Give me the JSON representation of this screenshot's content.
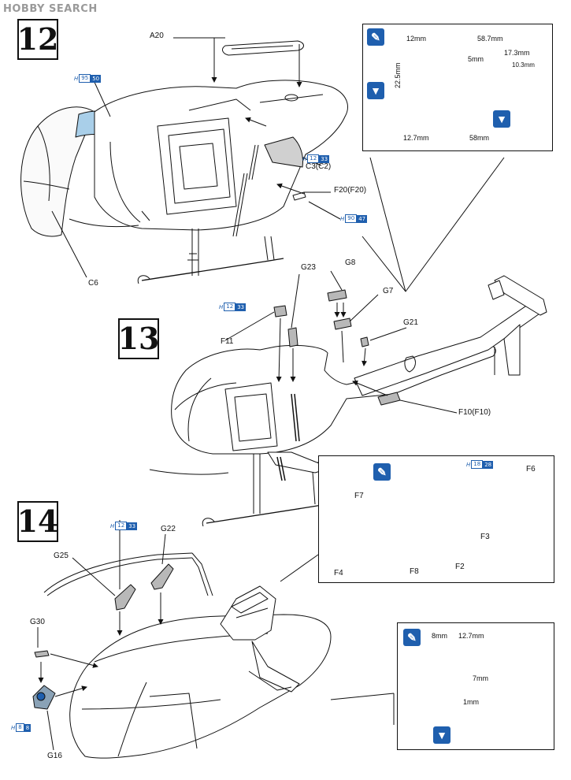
{
  "watermark": "HOBBY SEARCH",
  "steps": [
    "12",
    "13",
    "14"
  ],
  "colors": {
    "paint_blue": "#1f5fae",
    "canopy_tint": "#a9cfe9",
    "part_blue": "#6c90ab"
  },
  "step12": {
    "parts": [
      "A20",
      "C3(C2)",
      "F20(F20)",
      "C6"
    ],
    "paint_codes": [
      {
        "h": "H",
        "a": "95",
        "b": "50"
      },
      {
        "h": "H",
        "a": "12",
        "b": "33"
      },
      {
        "h": "H",
        "a": "90",
        "b": "47"
      }
    ],
    "detail": {
      "dims_top": [
        "12mm",
        "58.7mm",
        "17.3mm",
        "5mm",
        "10.3mm"
      ],
      "dim_side": "22.5mm",
      "dims_bottom": [
        "12.7mm",
        "58mm"
      ]
    }
  },
  "step13": {
    "parts": [
      "G23",
      "G8",
      "G7",
      "G21",
      "F11",
      "F10(F10)"
    ],
    "paint_codes": [
      {
        "h": "H",
        "a": "12",
        "b": "33"
      }
    ]
  },
  "step14": {
    "parts": [
      "G22",
      "G25",
      "G30",
      "G16"
    ],
    "paint_codes": [
      {
        "h": "H",
        "a": "12",
        "b": "33"
      },
      {
        "h": "H",
        "a": "8",
        "b": "8"
      }
    ],
    "minigun": {
      "parts": [
        "F6",
        "F7",
        "F3",
        "F4",
        "F8",
        "F2"
      ],
      "paint_code": {
        "h": "H",
        "a": "18",
        "b": "28"
      }
    },
    "detail": {
      "dims": [
        "8mm",
        "12.7mm",
        "7mm",
        "1mm"
      ]
    }
  }
}
